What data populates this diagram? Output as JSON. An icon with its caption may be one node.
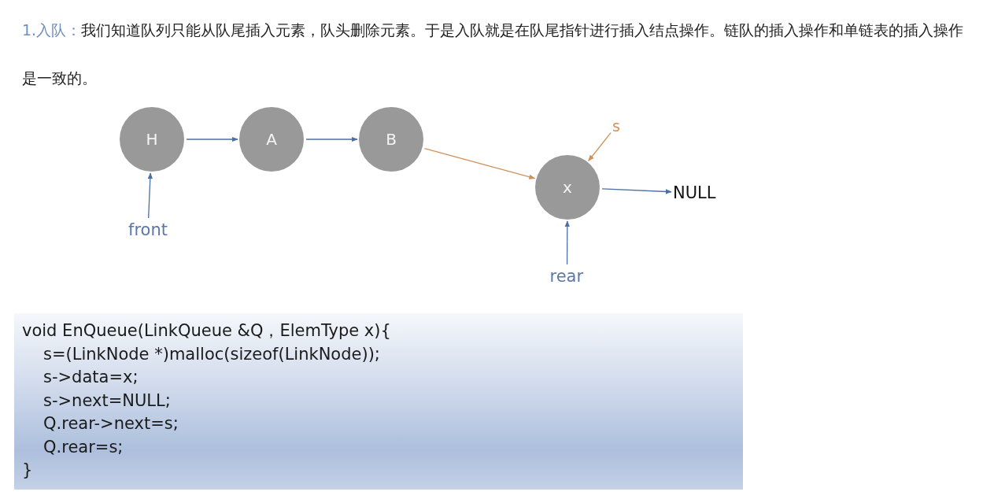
{
  "diagram": {
    "nodes": [
      {
        "text": [
          "H"
        ]
      },
      {
        "text": [
          "A"
        ]
      },
      {
        "text": [
          "B"
        ]
      },
      {
        "text": [
          "x"
        ]
      },
      {
        "text": [
          "NULL"
        ]
      },
      {
        "text": [
          "front"
        ]
      },
      {
        "text": [
          "rear"
        ]
      },
      {
        "text": [
          "s"
        ]
      }
    ],
    "edges": [
      {
        "from": 0,
        "to": 1,
        "arrow": "to"
      },
      {
        "from": 1,
        "to": 2,
        "arrow": "to"
      },
      {
        "from": 2,
        "to": 3,
        "arrow": "to",
        "color": "#d0915a"
      },
      {
        "from": 3,
        "to": 4,
        "arrow": "to"
      },
      {
        "from": 5,
        "to": 0,
        "arrow": "to"
      },
      {
        "from": 6,
        "to": 3,
        "arrow": "to"
      },
      {
        "from": 7,
        "to": 3,
        "arrow": "to",
        "color": "#d0915a"
      }
    ],
    "labels": [
      "1.入队：",
      "我们知道队列只能从队尾插入元素，队头删除元素。于是入队就是在队尾指针进行插入结点操作。链队的插入操作和单链表的插入操作是一致的。",
      "void EnQueue(LinkQueue &Q，ElemType x){",
      "s=(LinkNode *)malloc(sizeof(LinkNode));",
      "s->data=x;",
      "s->next=NULL;",
      "Q.rear->next=s;",
      "Q.rear=s;",
      "}"
    ]
  }
}
